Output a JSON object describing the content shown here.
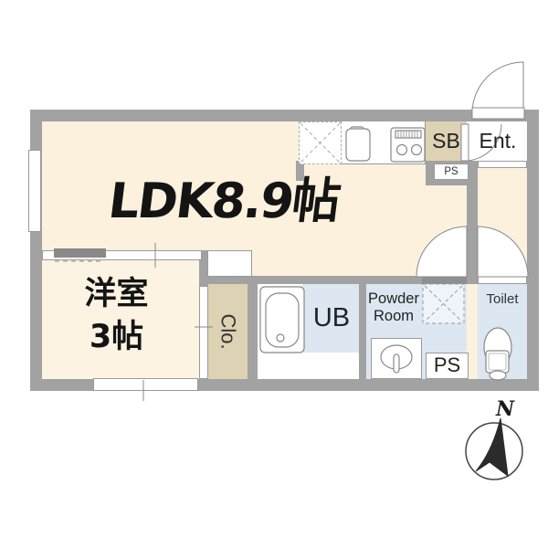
{
  "type": "floor_plan",
  "rooms": {
    "ldk": {
      "label": "LDK8.9帖"
    },
    "western_room": {
      "line1": "洋室",
      "line2": "3帖"
    },
    "closet": {
      "label": "Clo."
    },
    "unit_bath": {
      "label": "UB"
    },
    "powder_room": {
      "line1": "Powder",
      "line2": "Room"
    },
    "toilet": {
      "label": "Toilet"
    },
    "entrance": {
      "label": "Ent."
    },
    "shoe_box": {
      "label": "SB"
    },
    "pipe_space_top": {
      "label": "PS"
    },
    "pipe_space_bottom": {
      "label": "PS"
    }
  },
  "compass": {
    "label": "N"
  },
  "colors": {
    "wall": "#a2a2a2",
    "room_beige": "#fcf1dd",
    "western_room_beige": "#fdf3e2",
    "closet_tan": "#ddd2b3",
    "wet_area_blue": "#dce7f2",
    "sliding_door_panel": "#8a8a8a",
    "label_text": "#222222"
  }
}
